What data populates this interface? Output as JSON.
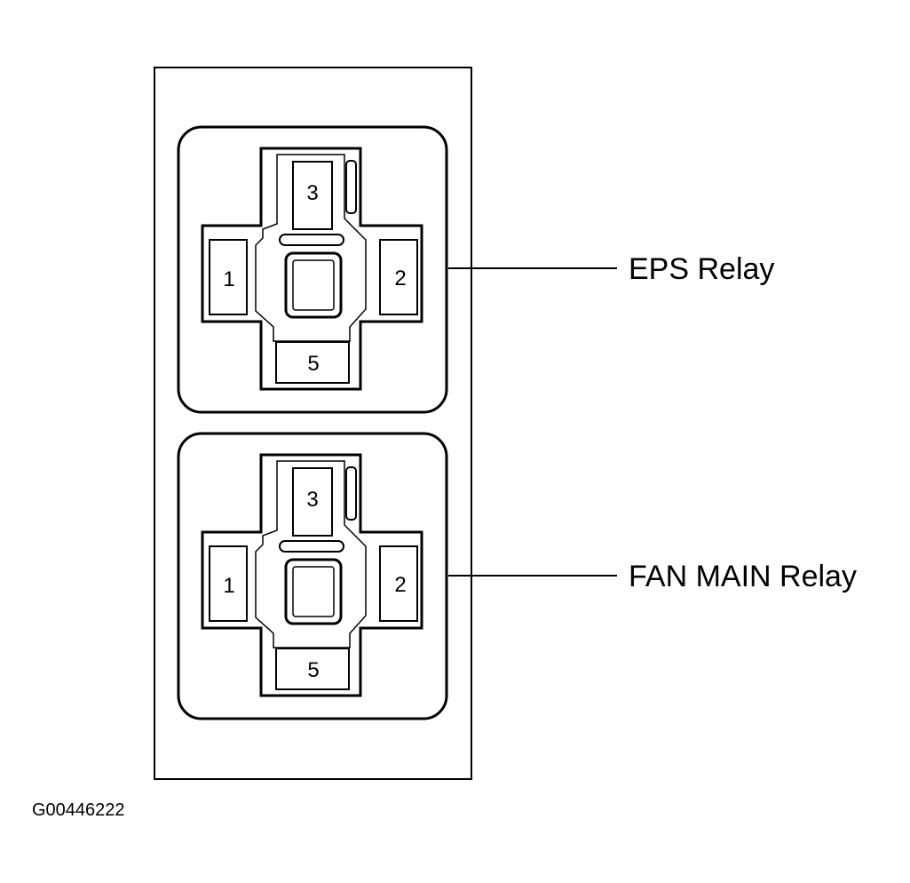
{
  "relays": [
    {
      "label": "EPS Relay",
      "pins": {
        "top": "3",
        "left": "1",
        "right": "2",
        "bottom": "5"
      }
    },
    {
      "label": "FAN MAIN Relay",
      "pins": {
        "top": "3",
        "left": "1",
        "right": "2",
        "bottom": "5"
      }
    }
  ],
  "figure_id": "G00446222",
  "colors": {
    "line": "#000000",
    "background": "#ffffff"
  }
}
